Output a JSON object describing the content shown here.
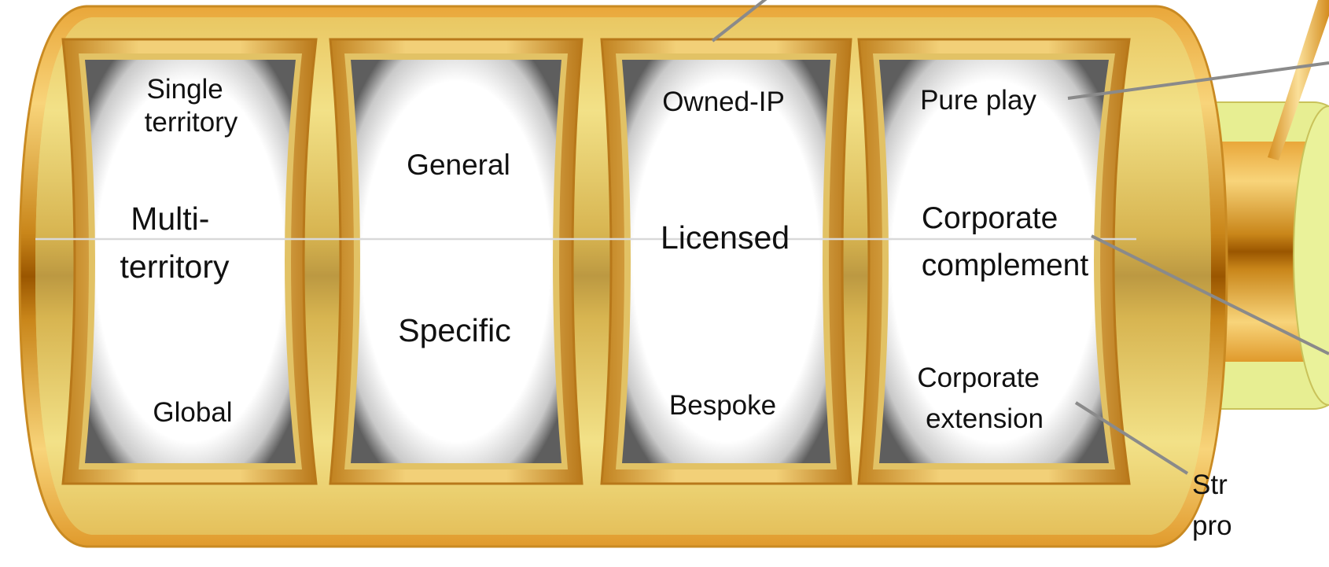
{
  "colors": {
    "gold_light": "#f5c35a",
    "gold_dark": "#a85f00",
    "frame_green": "#eaf29a",
    "window_white": "#ffffff",
    "window_shadow": "#6e6e6e",
    "callout_line": "#8a8a8a"
  },
  "reels": [
    {
      "top": [
        "Single",
        "territory"
      ],
      "middle": [
        "Multi-",
        "territory"
      ],
      "bottom": [
        "Global"
      ]
    },
    {
      "top": [
        "General"
      ],
      "middle": [],
      "bottom": [
        "Specific"
      ]
    },
    {
      "top": [
        "Owned-IP"
      ],
      "middle": [
        "Licensed"
      ],
      "bottom": [
        "Bespoke"
      ]
    },
    {
      "top": [
        "Pure play"
      ],
      "middle": [
        "Corporate",
        "complement"
      ],
      "bottom": [
        "Corporate",
        "extension"
      ]
    }
  ],
  "cut_off_caption": [
    "Str",
    "pro"
  ]
}
